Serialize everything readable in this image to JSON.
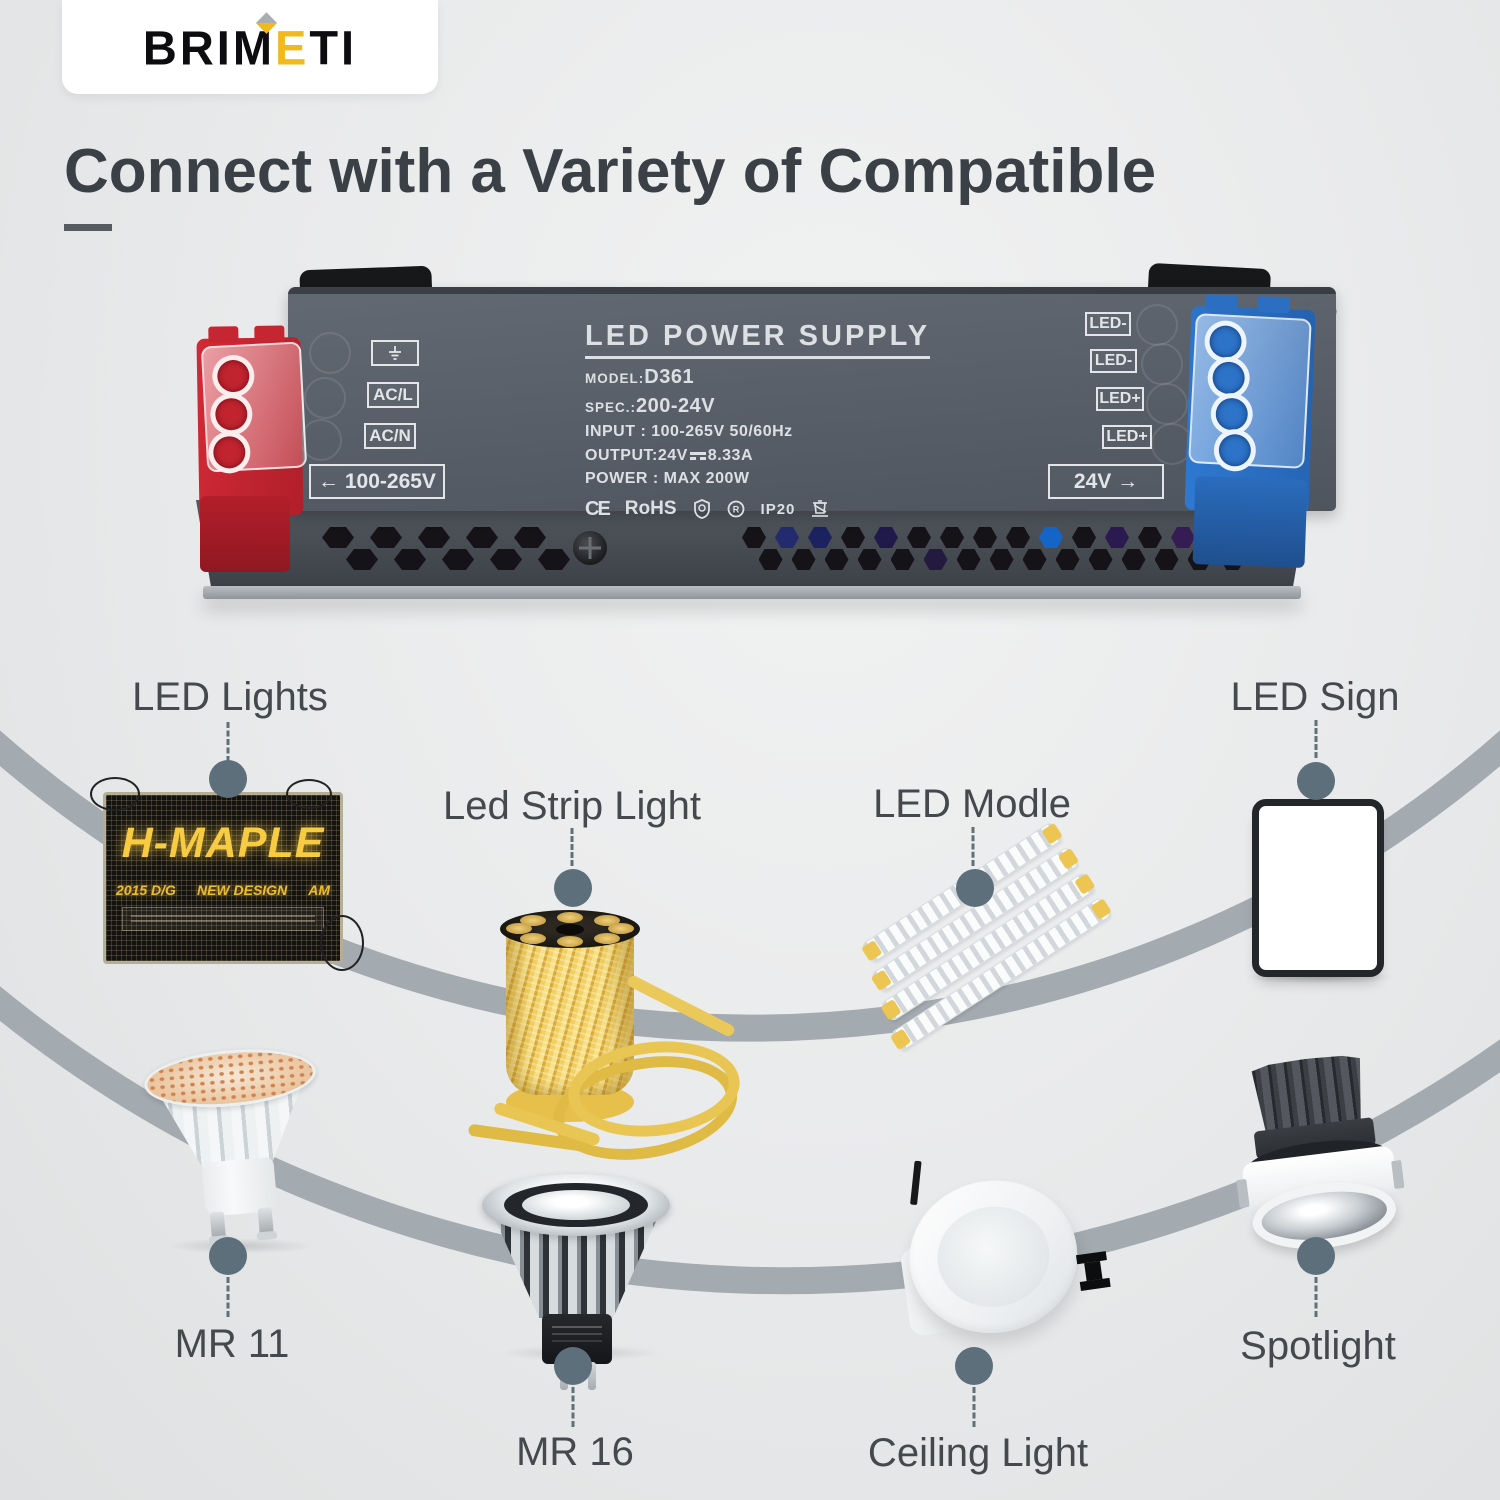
{
  "brand": {
    "logo_prefix": "BRIM",
    "logo_accent": "E",
    "logo_suffix": "TI"
  },
  "header": {
    "title": "Connect with a Variety of Compatible"
  },
  "device": {
    "name": "LED POWER SUPPLY",
    "model_label": "MODEL:",
    "model": "D361",
    "spec_label": "SPEC.:",
    "spec": "200-24V",
    "input": "INPUT : 100-265V 50/60Hz",
    "output_label": "OUTPUT:24V",
    "output_current": "8.33A",
    "power": "POWER : MAX 200W",
    "cert_ce": "CE",
    "cert_rohs": "RoHS",
    "cert_ip": "IP20",
    "ac_l": "AC/L",
    "ac_n": "AC/N",
    "input_range": "← 100-265V",
    "output_voltage": "24V →",
    "led_terminals": [
      "LED-",
      "LED-",
      "LED+",
      "LED+"
    ]
  },
  "led_sign_board": {
    "title": "H-MAPLE",
    "sub_left": "2015 D/G",
    "sub_mid": "NEW DESIGN",
    "sub_right": "AM"
  },
  "products": [
    {
      "label": "LED Lights"
    },
    {
      "label": "Led Strip Light"
    },
    {
      "label": "LED Modle"
    },
    {
      "label": "LED Sign"
    },
    {
      "label": "MR 11"
    },
    {
      "label": "MR 16"
    },
    {
      "label": "Ceiling Light"
    },
    {
      "label": "Spotlight"
    }
  ],
  "colors": {
    "accent_yellow": "#f2b91c",
    "terminal_red": "#c0242e",
    "terminal_blue": "#2d73c8",
    "arc": "#a3aab0"
  }
}
